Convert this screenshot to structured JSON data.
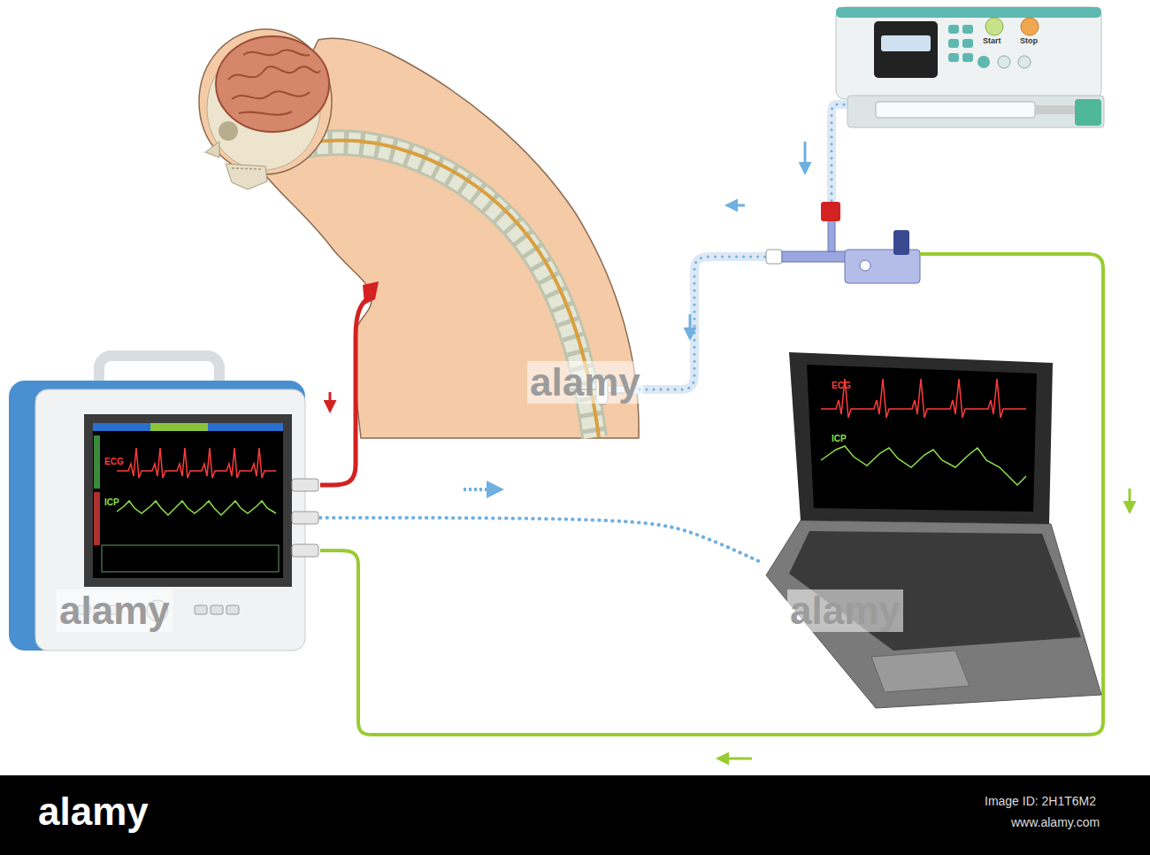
{
  "diagram": {
    "nodes": [
      {
        "text": [
          "Start",
          "Stop"
        ]
      },
      {
        "text": [
          "ECG",
          "ICP"
        ]
      },
      {
        "text": [
          "ECG",
          "ICP"
        ]
      }
    ],
    "edges": [
      {
        "from": 1,
        "to": 2,
        "arrow": "none"
      }
    ],
    "labels": [
      "alamy",
      "alamy",
      "alamy",
      "alamy",
      "Image ID: 2H1T6M2",
      "www.alamy.com"
    ]
  }
}
